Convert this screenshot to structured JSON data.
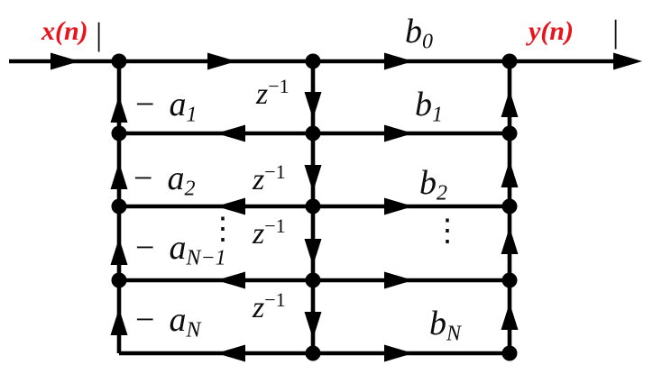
{
  "diagram": {
    "input": {
      "label": "x(n)",
      "caret": "|"
    },
    "output": {
      "label": "y(n)",
      "caret": "|"
    },
    "delay": {
      "base": "z",
      "sup": "−1"
    },
    "ellipsis": "⋮",
    "feedforward": [
      {
        "base": "b",
        "sub": "0"
      },
      {
        "base": "b",
        "sub": "1"
      },
      {
        "base": "b",
        "sub": "2"
      },
      {
        "base": "b",
        "sub": "N"
      }
    ],
    "feedback": [
      {
        "sign": "−",
        "base": "a",
        "sub": "1"
      },
      {
        "sign": "−",
        "base": "a",
        "sub": "2"
      },
      {
        "sign": "−",
        "base": "a",
        "sub": "N−1"
      },
      {
        "sign": "−",
        "base": "a",
        "sub": "N"
      }
    ],
    "colors": {
      "line": "#000000",
      "signal_label": "#e8131d"
    }
  }
}
